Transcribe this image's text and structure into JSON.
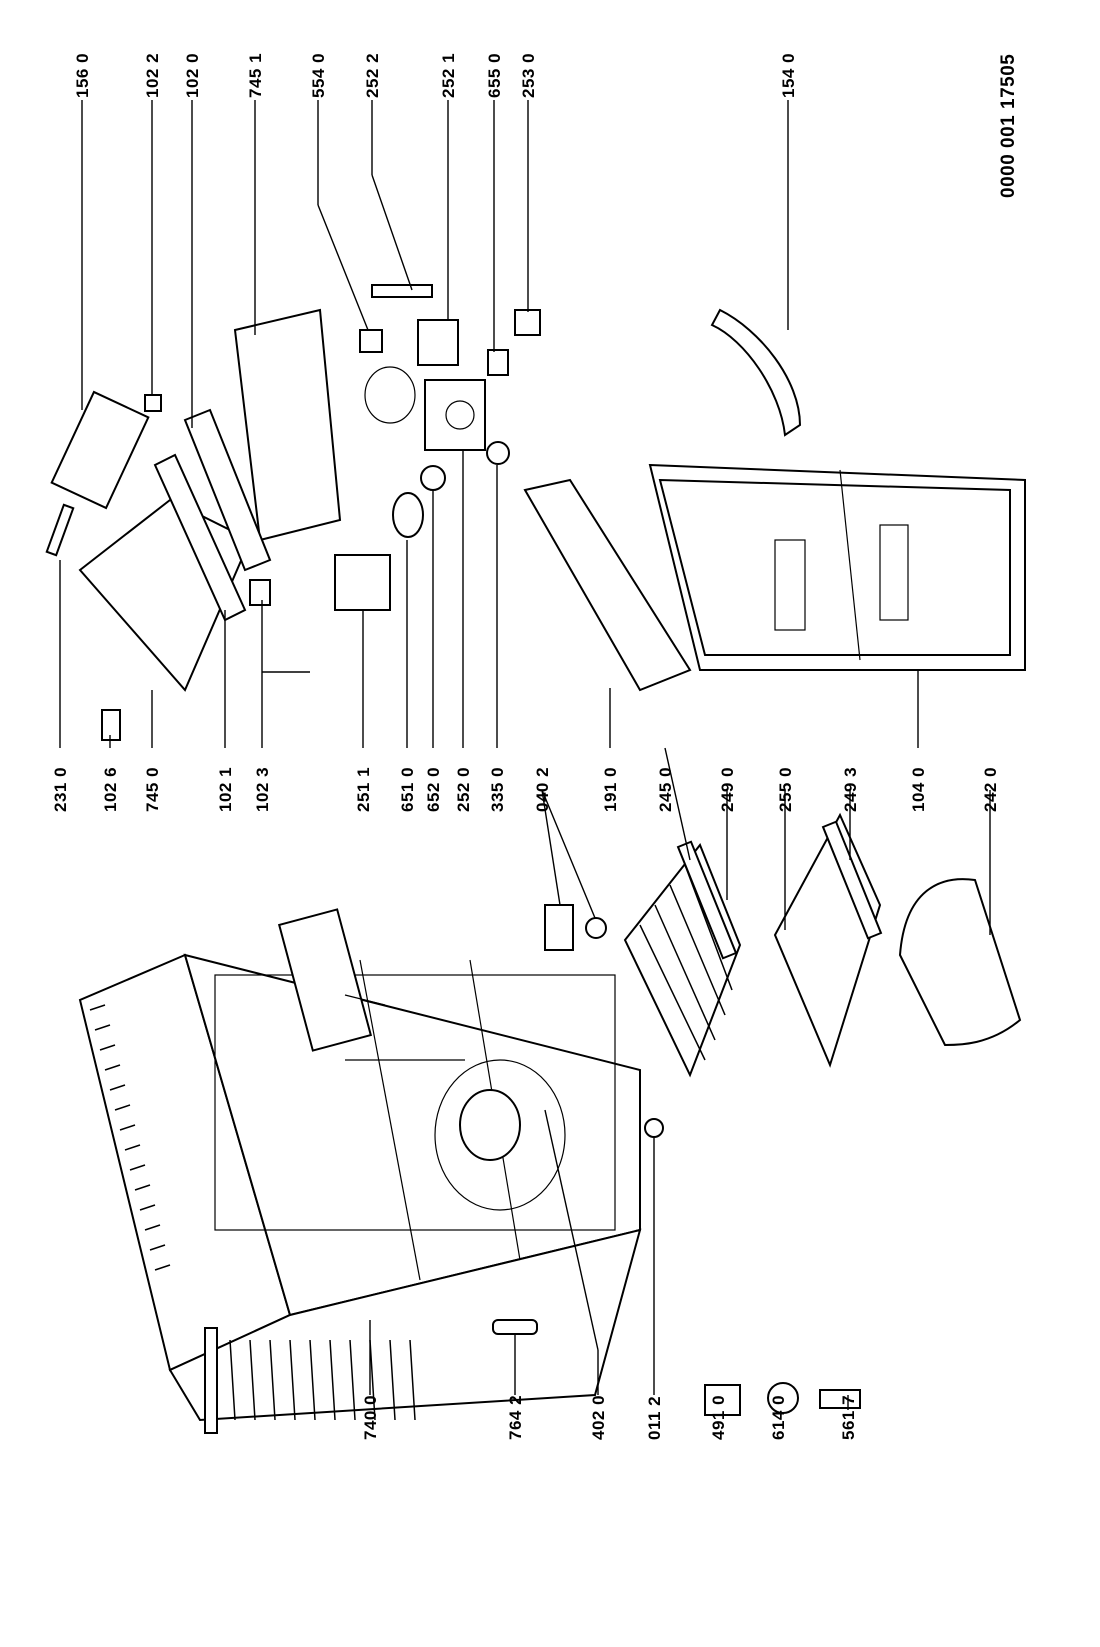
{
  "doc_id": "0000 001 17505",
  "callouts_top": [
    "156 0",
    "102 2",
    "102 0",
    "745 1",
    "554 0",
    "252 2",
    "252 1",
    "655 0",
    "253 0",
    "154 0"
  ],
  "callouts_mid": [
    "231 0",
    "102 6",
    "745 0",
    "102 1",
    "102 3",
    "251 1",
    "651 0",
    "652 0",
    "252 0",
    "335 0",
    "040 2",
    "191 0",
    "245 0",
    "249 0",
    "255 0",
    "249 3",
    "104 0",
    "242 0"
  ],
  "callouts_bottom": [
    "740 0",
    "764 2",
    "402 0",
    "011 2",
    "491 0",
    "614 0",
    "561 7"
  ]
}
